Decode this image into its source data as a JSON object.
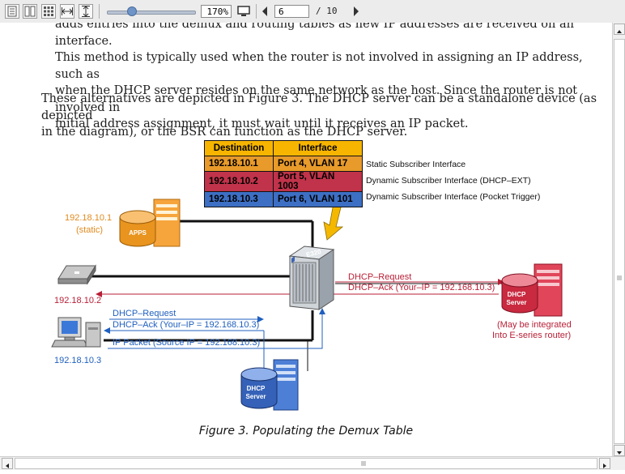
{
  "toolbar": {
    "zoom_value": "170%",
    "page_current": "6",
    "page_total": "/ 10",
    "zoom_slider_percent": 30
  },
  "document": {
    "paragraph1_lines": [
      "adds entries into the demux and routing tables as new IP addresses are received on an interface.",
      "This method is typically used when the router is not involved in assigning an IP address, such as",
      "when the DHCP server resides on the same network as the host. Since the router is not involved in",
      "initial address assignment, it must wait until it receives an IP packet."
    ],
    "paragraph2_lines": [
      "These alternatives are depicted in Figure 3. The DHCP server can be a standalone device (as depicted",
      "in the diagram), or the BSR can function as the DHCP server."
    ],
    "caption": "Figure 3. Populating the Demux Table"
  },
  "diagram": {
    "table_headers": [
      "Destination",
      "Interface"
    ],
    "table_rows": [
      {
        "destination": "192.18.10.1",
        "interface": "Port 4, VLAN 17",
        "description": "Static Subscriber Interface",
        "color": "#e89a2a"
      },
      {
        "destination": "192.18.10.2",
        "interface": "Port 5, VLAN 1003",
        "description": "Dynamic Subscriber Interface (DHCP–EXT)",
        "color": "#c0334a"
      },
      {
        "destination": "192.18.10.3",
        "interface": "Port 6, VLAN 101",
        "description": "Dynamic Subscriber Interface (Pocket Trigger)",
        "color": "#3d6fc4"
      }
    ],
    "header_color": "#f7b500",
    "router_label": "E320",
    "apps_label": "APPS",
    "static_host_ip": "192.18.10.1",
    "static_host_note": "(static)",
    "modem_ip": "192.18.10.2",
    "pc_ip": "192.18.10.3",
    "ext_dhcp_request": "DHCP–Request",
    "ext_dhcp_ack": "DHCP–Ack (Your–IP = 192.168.10.3)",
    "int_dhcp_request": "DHCP–Request",
    "int_dhcp_ack": "DHCP–Ack (Your–IP = 192.168.10.3)",
    "ip_packet": "IP Packet (Source IP = 192.168.10.3)",
    "dhcp_server_label_line1": "DHCP",
    "dhcp_server_label_line2": "Server",
    "ext_server_note_line1": "(May be integrated",
    "ext_server_note_line2": "Into E-series router)",
    "color_orange": "#e08a1e",
    "color_red": "#b81f36",
    "color_blue": "#1f5fbf"
  }
}
